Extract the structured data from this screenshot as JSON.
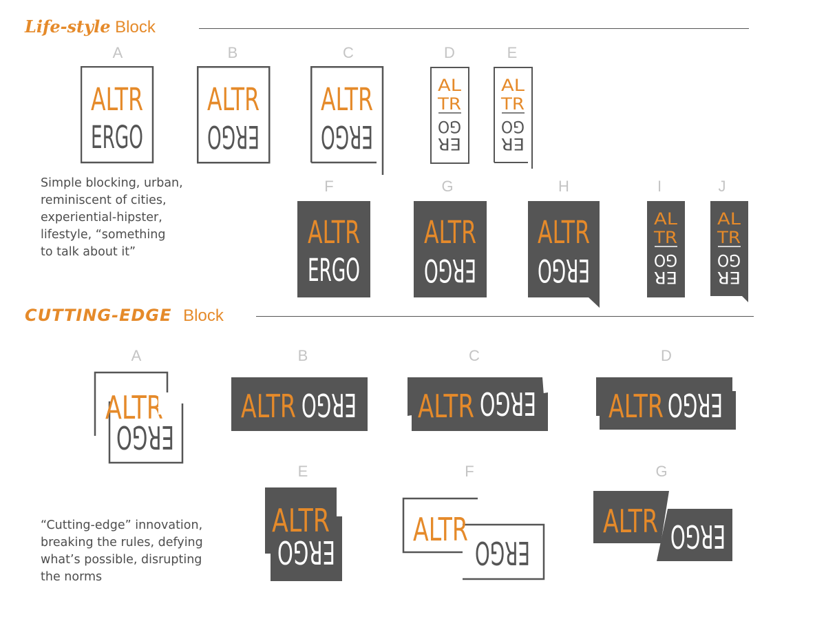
{
  "lifestyle": {
    "title_script": "Life-style",
    "title_word": "Block",
    "description": "Simple blocking, urban,\nreminiscent of cities,\nexperiential-hipster,\nlifestyle, “something\nto talk about it”",
    "variants": [
      "A",
      "B",
      "C",
      "D",
      "E",
      "F",
      "G",
      "H",
      "I",
      "J"
    ]
  },
  "cutting": {
    "title_script": "CUTTING-EDGE",
    "title_word": "Block",
    "description": "“Cutting-edge” innovation,\nbreaking the rules, defying\nwhat’s possible, disrupting\nthe norms",
    "variants": [
      "A",
      "B",
      "C",
      "D",
      "E",
      "F",
      "G"
    ]
  },
  "logo": {
    "word1": "ALTR",
    "word2": "ERGO",
    "pair1": "AL",
    "pair2": "TR",
    "pair3": "GO",
    "pair4": "ER",
    "mirrored": "OGRE"
  },
  "colors": {
    "orange": "#e58a2a",
    "dark": "#555555",
    "label_grey": "#c4c4c4"
  }
}
